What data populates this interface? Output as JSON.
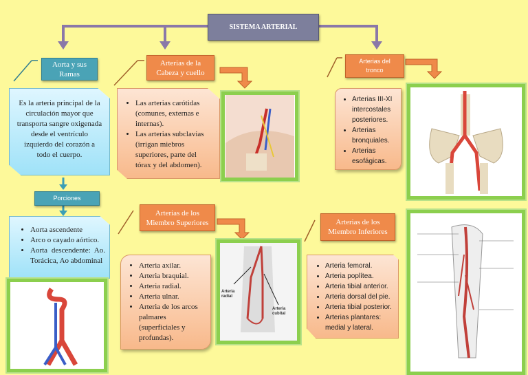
{
  "title": "SISTEMA ARTERIAL",
  "aorta": {
    "header": "Aorta y sus Ramas",
    "description": "Es la arteria principal de la circulación mayor que transporta sangre oxigenada desde el ventrículo izquierdo del corazón a todo el cuerpo.",
    "porciones_label": "Porciones",
    "porciones": [
      "Aorta ascendente",
      "Arco o cayado aórtico.",
      "Aorta descendente: Ao. Torácica, Ao abdominal"
    ]
  },
  "cabeza": {
    "header": "Arterias de la Cabeza y cuello",
    "items": [
      "Las arterias carótidas (comunes, externas e internas).",
      "Las arterias subclavias (irrigan miebros superiores, parte del tórax y del abdomen)."
    ]
  },
  "tronco": {
    "header": "Arterias del tronco",
    "items": [
      "Arterias III-XI intercostales posteriores.",
      "Arterias bronquiales.",
      "Arterias esofágicas."
    ]
  },
  "superiores": {
    "header": "Arterias de los Miembro Superiores",
    "items": [
      "Arteria axilar.",
      "Arteria braquial.",
      "Arteria radial.",
      "Arteria ulnar.",
      "Arteria de los arcos palmares (superficiales y profundas)."
    ],
    "image_labels": [
      "Arteria radial",
      "Arteria cubital"
    ]
  },
  "inferiores": {
    "header": "Arterias de los Miembro Inferiores",
    "items": [
      "Arteria femoral.",
      "Arteria poplítea.",
      "Arteria tibial anterior.",
      "Arteria dorsal del pie.",
      "Arteria tibial posterior.",
      "Arterias plantares: medial y lateral."
    ]
  },
  "colors": {
    "background": "#fdf99a",
    "teal": "#4aa3b6",
    "orange": "#ef8a4a",
    "connector": "#8a78a8",
    "frame": "#8ccf4e",
    "artery": "#d9463a"
  }
}
